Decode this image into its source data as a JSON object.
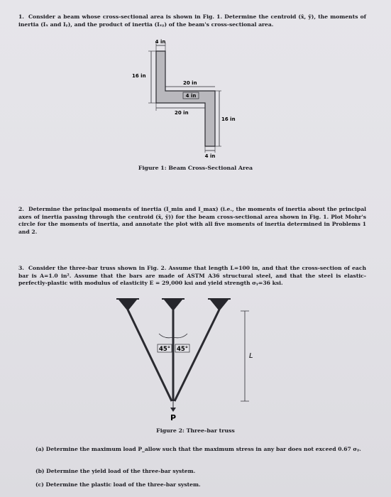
{
  "problems": [
    {
      "number": "1.",
      "text": "Consider a beam whose cross-sectional area is shown in Fig. 1. Determine the centroid (x̄, ȳ), the moments of inertia (Iₓ and Iᵧ), and the product of inertia (Iₓᵧ) of the beam's cross-sectional area."
    },
    {
      "number": "2.",
      "text": "Determine the principal moments of inertia (I_min and I_max) (i.e., the moments of inertia about the principal axes of inertia passing through the centroid (x̄, ȳ)) for the beam cross-sectional area shown in Fig. 1. Plot Mohr's circle for the moments of inertia, and annotate the plot with all five moments of inertia determined in Problems 1 and 2."
    },
    {
      "number": "3.",
      "text": "Consider the three-bar truss shown in Fig. 2. Assume that length L=100 in, and that the cross-section of each bar is A=1.0 in². Assume that the bars are made of ASTM A36 structural steel, and that the steel is elastic-perfectly-plastic with modulus of elasticity E = 29,000 ksi and yield strength σᵧ=36 ksi."
    }
  ],
  "figure1": {
    "caption": "Figure 1: Beam Cross-Sectional Area",
    "dims": {
      "top_width": "4 in",
      "left_height": "16 in",
      "upper_length": "20 in",
      "thickness": "4 in",
      "lower_length": "20 in",
      "right_height": "16 in",
      "bottom_width": "4 in"
    }
  },
  "figure2": {
    "caption": "Figure 2: Three-bar truss",
    "angle_left": "45°",
    "angle_right": "45°",
    "length_label": "L",
    "load_label": "P"
  },
  "subparts": [
    "(a) Determine the maximum load P_allow such that the maximum stress in any bar does not exceed 0.67 σᵧ.",
    "(b) Determine the yield load of the three-bar system.",
    "(c) Determine the plastic load of the three-bar system."
  ],
  "colors": {
    "paper": "#e4e3e8",
    "ink": "#1c1c22",
    "section_fill": "#b9b8bd"
  }
}
